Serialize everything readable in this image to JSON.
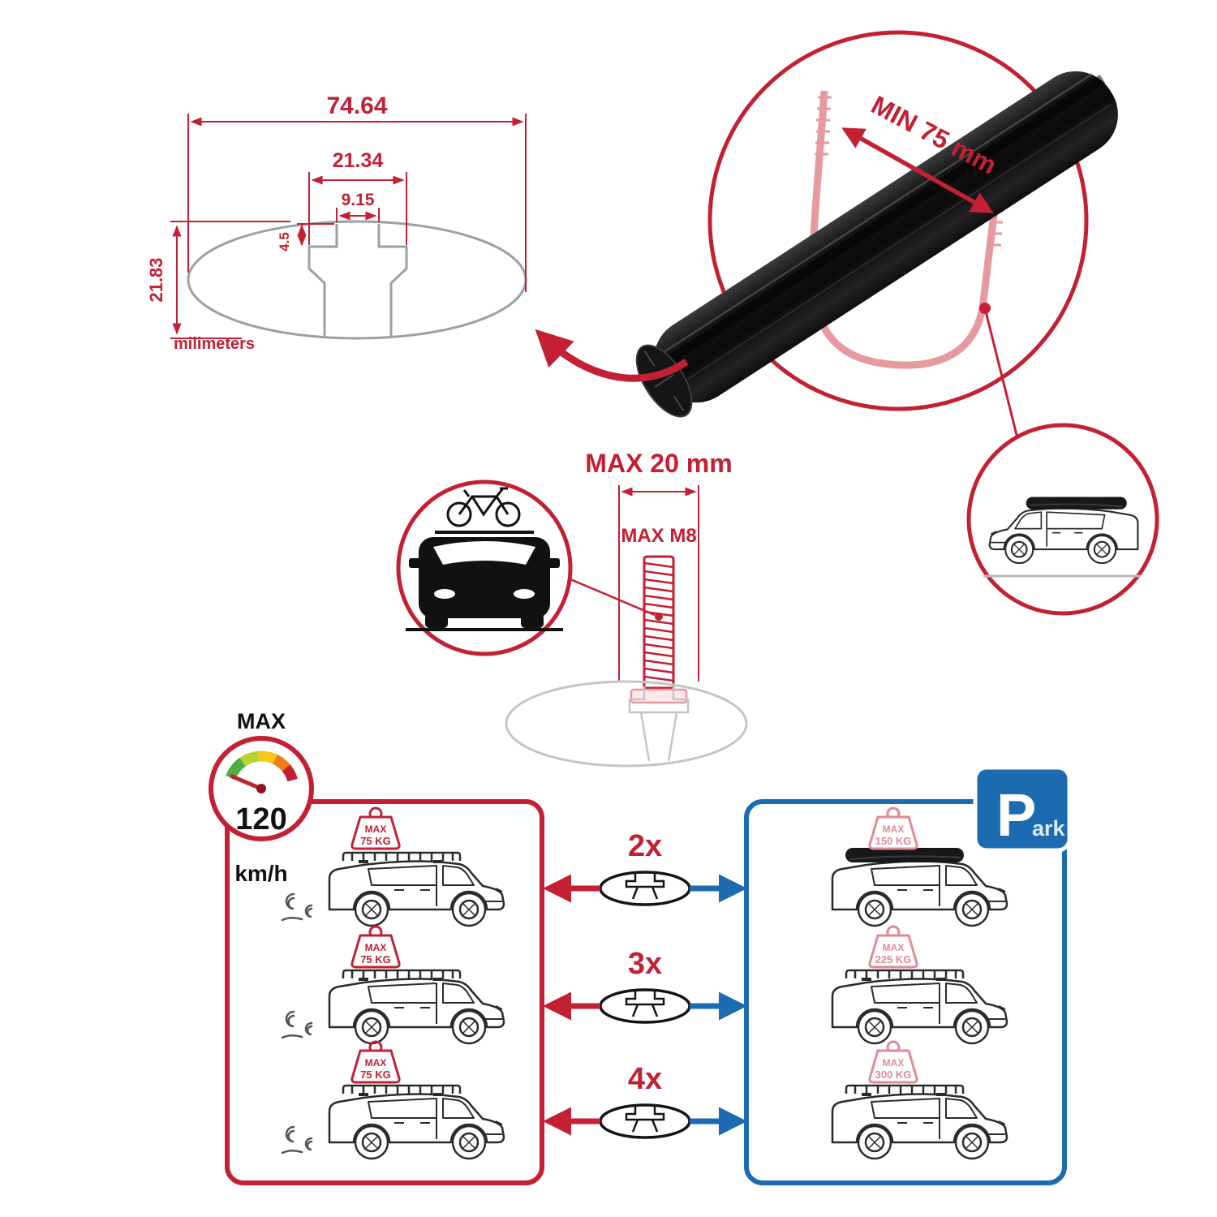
{
  "profile_dimensions": {
    "total_width": "74.64",
    "slot_outer_width": "21.34",
    "slot_inner_width": "9.15",
    "lip_depth": "4.5",
    "total_height": "21.83",
    "units": "milimeters"
  },
  "crossbar_detail": {
    "min_span": "MIN 75 mm"
  },
  "bolt_detail": {
    "max_length": "MAX 20 mm",
    "max_thread": "MAX M8"
  },
  "speed_limit": {
    "label": "MAX",
    "value": "120",
    "unit": "km/h"
  },
  "park_sign": {
    "letter": "P",
    "suffix": "ark"
  },
  "capacity": {
    "driving": [
      {
        "label": "MAX",
        "weight": "75 KG"
      },
      {
        "label": "MAX",
        "weight": "75 KG"
      },
      {
        "label": "MAX",
        "weight": "75 KG"
      }
    ],
    "bars": [
      {
        "count": "2x"
      },
      {
        "count": "3x"
      },
      {
        "count": "4x"
      }
    ],
    "parked": [
      {
        "label": "MAX",
        "weight": "150 KG"
      },
      {
        "label": "MAX",
        "weight": "225 KG"
      },
      {
        "label": "MAX",
        "weight": "300 KG"
      }
    ]
  },
  "colors": {
    "red": "#C42033",
    "blue": "#1C6BB0",
    "pink": "#E08A91",
    "gray": "#9AA0A4",
    "black": "#111111"
  }
}
